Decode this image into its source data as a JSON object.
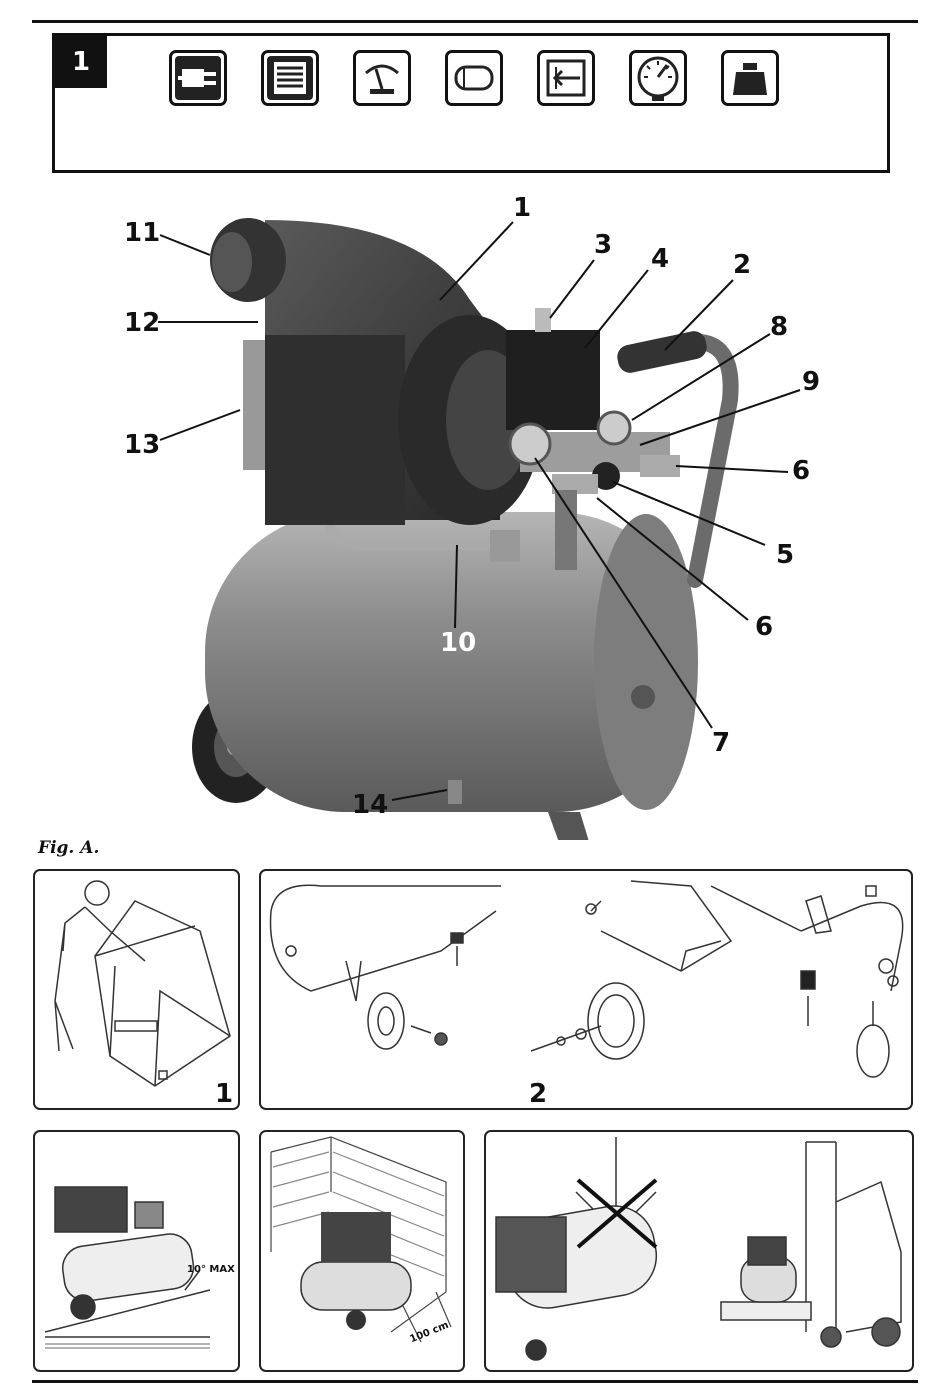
{
  "figure_number": "1",
  "spec_icons": [
    "power-plug-icon",
    "motor-icon",
    "pressure-meter-icon",
    "tank-capacity-icon",
    "air-intake-icon",
    "pressure-gauge-icon",
    "weight-icon"
  ],
  "callouts": {
    "c1": "1",
    "c2": "2",
    "c3": "3",
    "c4": "4",
    "c5": "5",
    "c6a": "6",
    "c6b": "6",
    "c7": "7",
    "c8": "8",
    "c9": "9",
    "c10": "10",
    "c11": "11",
    "c12": "12",
    "c13": "13",
    "c14": "14"
  },
  "figure_caption": "Fig. A.",
  "panels": {
    "p1_number": "1",
    "p2_number": "2",
    "tilt_label": "10° MAX",
    "distance_label": "100 cm"
  }
}
